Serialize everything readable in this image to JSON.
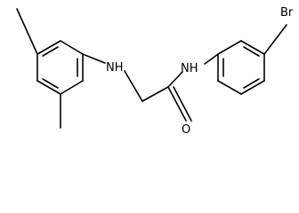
{
  "atoms": {
    "nh_left": "NH",
    "nh_right": "NH",
    "oxygen": "O",
    "bromine": "Br"
  },
  "colors": {
    "bond": "#000000",
    "label": "#000000",
    "background": "#ffffff"
  }
}
